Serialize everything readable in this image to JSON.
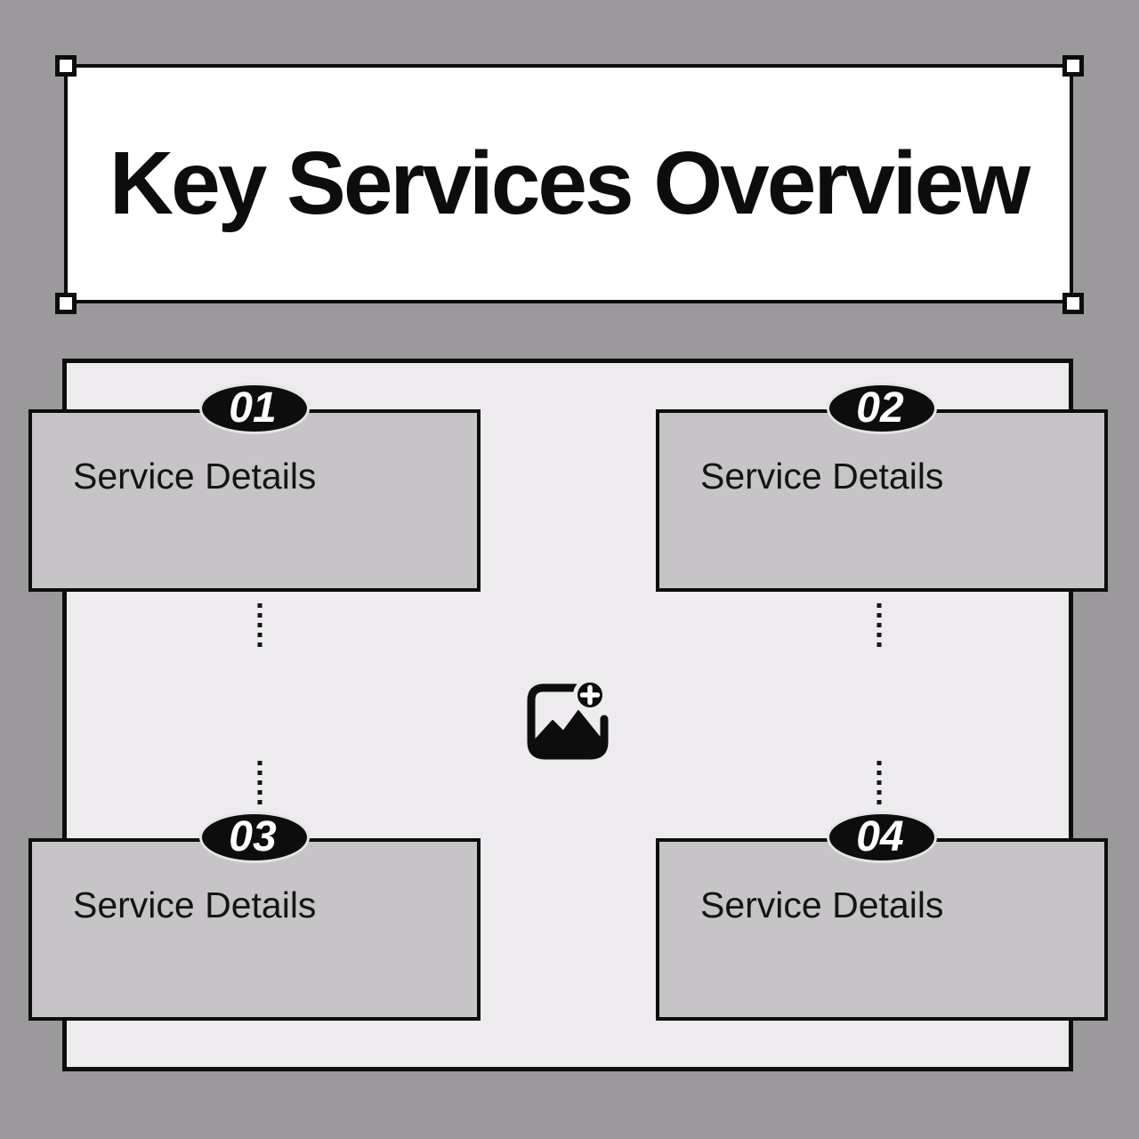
{
  "banner": {
    "title": "Key Services Overview"
  },
  "editor": {
    "selection_handles": [
      "top-left",
      "top-right",
      "bottom-left",
      "bottom-right"
    ]
  },
  "cards": [
    {
      "number": "01",
      "label": "Service Details"
    },
    {
      "number": "02",
      "label": "Service Details"
    },
    {
      "number": "03",
      "label": "Service Details"
    },
    {
      "number": "04",
      "label": "Service Details"
    }
  ],
  "icons": {
    "center_placeholder": "add-image-icon"
  },
  "colors": {
    "background": "#9b999c",
    "panel": "#edebee",
    "card": "#c6c4c7",
    "banner": "#ffffff",
    "ink": "#0d0d0d",
    "badge_fill": "#0d0d0d",
    "badge_text": "#ffffff"
  }
}
